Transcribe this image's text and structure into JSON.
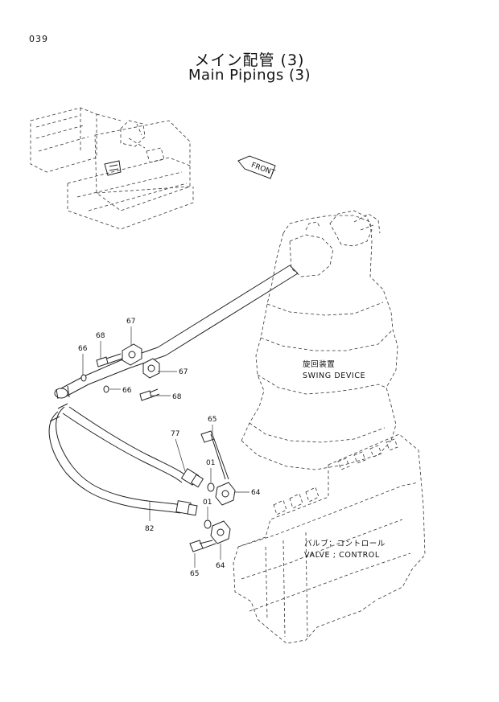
{
  "page_number": "039",
  "title_jp": "メイン配管 (3)",
  "title_en": "Main Pipings (3)",
  "front_label": "FRONT",
  "swing_device": {
    "jp": "旋回装置",
    "en": "SWING DEVICE"
  },
  "control_valve": {
    "jp": "バルブ；コントロール",
    "en": "VALVE ; CONTROL"
  },
  "parts": {
    "p01a": "01",
    "p01b": "01",
    "p64a": "64",
    "p64b": "64",
    "p65a": "65",
    "p65b": "65",
    "p66a": "66",
    "p66b": "66",
    "p67a": "67",
    "p67b": "67",
    "p68a": "68",
    "p68b": "68",
    "p77": "77",
    "p82": "82"
  }
}
